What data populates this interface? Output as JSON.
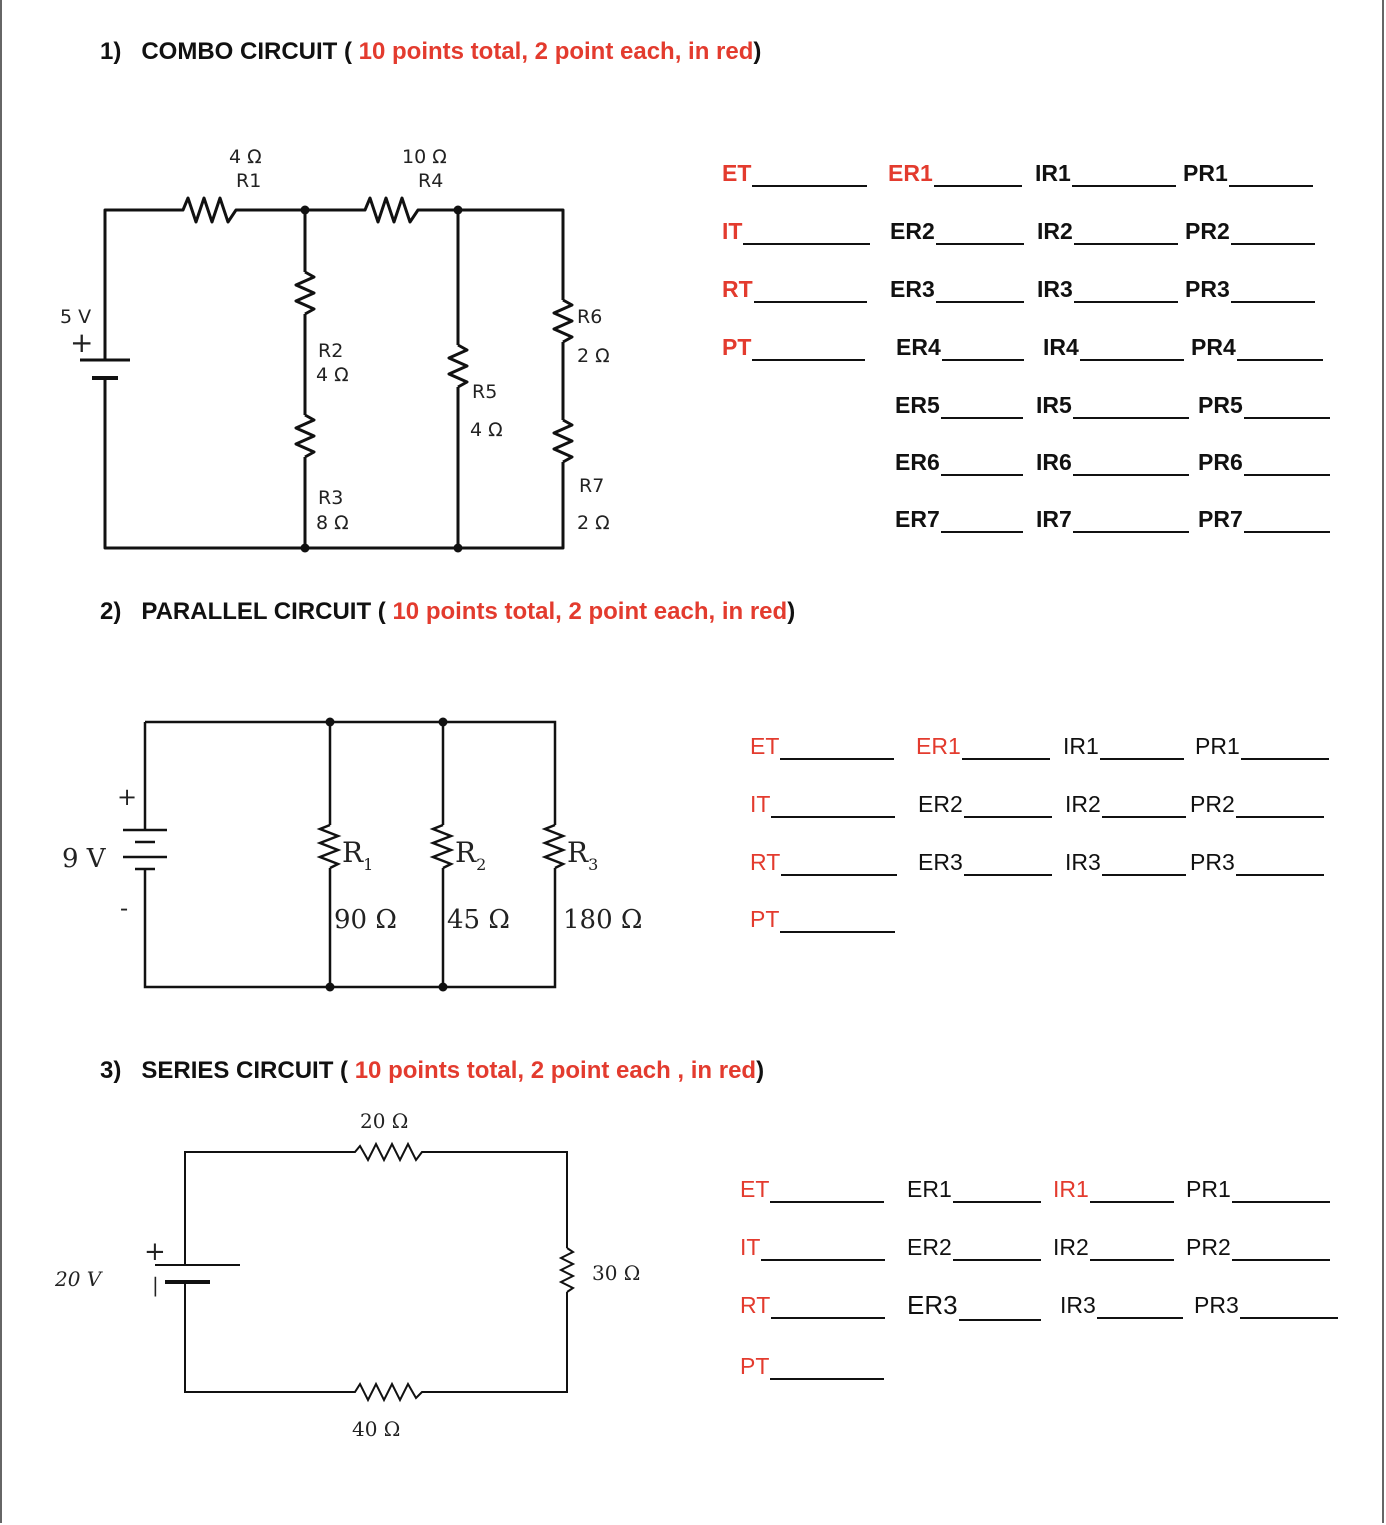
{
  "sections": [
    {
      "number": "1)",
      "title": "COMBO CIRCUIT",
      "points": "10 points total, 2 point each, in red",
      "circuit": {
        "source": "5 V",
        "plus": "+",
        "r1": {
          "value": "4 Ω",
          "name": "R1"
        },
        "r4": {
          "value": "10 Ω",
          "name": "R4"
        },
        "r2": {
          "name": "R2",
          "value": "4 Ω"
        },
        "r3": {
          "name": "R3",
          "value": "8 Ω"
        },
        "r5": {
          "name": "R5",
          "value": "4 Ω"
        },
        "r6": {
          "name": "R6",
          "value": "2 Ω"
        },
        "r7": {
          "name": "R7",
          "value": "2 Ω"
        }
      },
      "fields": [
        "ET",
        "IT",
        "RT",
        "PT",
        "ER1",
        "ER2",
        "ER3",
        "ER4",
        "ER5",
        "ER6",
        "ER7",
        "IR1",
        "IR2",
        "IR3",
        "IR4",
        "IR5",
        "IR6",
        "IR7",
        "PR1",
        "PR2",
        "PR3",
        "PR4",
        "PR5",
        "PR6",
        "PR7"
      ]
    },
    {
      "number": "2)",
      "title": "PARALLEL CIRCUIT",
      "points": "10 points total, 2 point each, in red",
      "circuit": {
        "source": "9 V",
        "plus": "+",
        "minus": "-",
        "r1": {
          "name": "R",
          "sub": "1",
          "value": "90 Ω"
        },
        "r2": {
          "name": "R",
          "sub": "2",
          "value": "45 Ω"
        },
        "r3": {
          "name": "R",
          "sub": "3",
          "value": "180 Ω"
        }
      },
      "fields": [
        "ET",
        "IT",
        "RT",
        "PT",
        "ER1",
        "ER2",
        "ER3",
        "IR1",
        "IR2",
        "IR3",
        "PR1",
        "PR2",
        "PR3"
      ]
    },
    {
      "number": "3)",
      "title": "SERIES CIRCUIT",
      "points": "10 points total, 2 point each , in red",
      "circuit": {
        "source": "20 V",
        "plus": "+",
        "r_top": "20 Ω",
        "r_right": "30 Ω",
        "r_bottom": "40 Ω"
      },
      "fields": [
        "ET",
        "IT",
        "RT",
        "PT",
        "ER1",
        "ER2",
        "ER3",
        "IR1",
        "IR2",
        "IR3",
        "PR1",
        "PR2",
        "PR3"
      ]
    }
  ],
  "colors": {
    "accent": "#e33b2e",
    "text": "#111111"
  }
}
